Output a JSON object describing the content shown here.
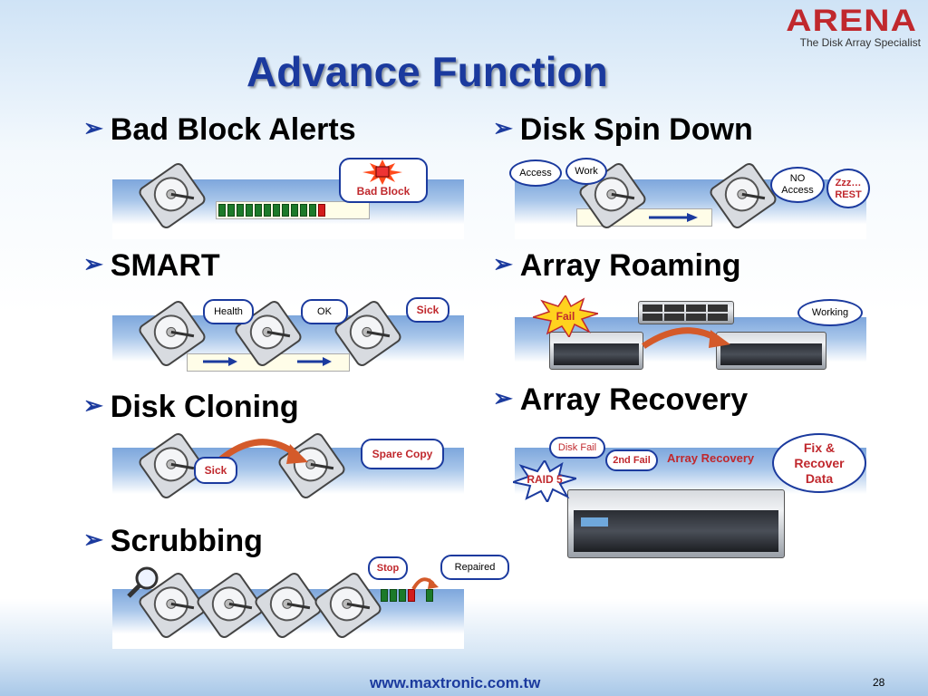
{
  "logo": {
    "brand": "ARENA",
    "tagline": "The Disk Array Specialist"
  },
  "title": "Advance Function",
  "sections": {
    "bad_block": {
      "heading": "Bad Block Alerts",
      "callout": "Bad Block"
    },
    "smart": {
      "heading": "SMART",
      "callout_health": "Health",
      "callout_ok": "OK",
      "callout_sick": "Sick"
    },
    "disk_cloning": {
      "heading": "Disk Cloning",
      "callout_sick": "Sick",
      "callout_spare": "Spare Copy"
    },
    "scrubbing": {
      "heading": "Scrubbing",
      "callout_stop": "Stop",
      "callout_repaired": "Repaired"
    },
    "spin_down": {
      "heading": "Disk Spin Down",
      "callout_access": "Access",
      "callout_work": "Work",
      "callout_no_access": "NO\nAccess",
      "callout_rest": "Zzz…\nREST"
    },
    "array_roaming": {
      "heading": "Array Roaming",
      "callout_fail": "Fail",
      "callout_working": "Working"
    },
    "array_recovery": {
      "heading": "Array Recovery",
      "callout_disk_fail": "Disk Fail",
      "callout_2nd_fail": "2nd Fail",
      "label_recovery": "Array Recovery",
      "callout_raid": "RAID 5",
      "callout_fix": "Fix &\nRecover\nData"
    }
  },
  "colors": {
    "title": "#1b3a9e",
    "brand": "#c0282d",
    "alert": "#c0282d",
    "ok": "#1c7a2a"
  },
  "footer": {
    "url": "www.maxtronic.com.tw",
    "page": "28"
  }
}
